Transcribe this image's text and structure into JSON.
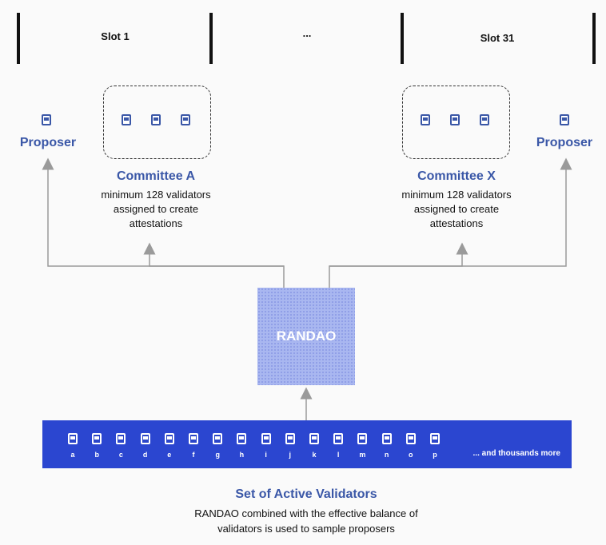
{
  "slots": {
    "first": "Slot 1",
    "ellipsis": "...",
    "last": "Slot 31"
  },
  "proposer_left": "Proposer",
  "proposer_right": "Proposer",
  "committee_a": {
    "title": "Committee A",
    "desc_lines": [
      "minimum 128 validators",
      "assigned to create",
      "attestations"
    ]
  },
  "committee_x": {
    "title": "Committee X",
    "desc_lines": [
      "minimum 128 validators",
      "assigned to create",
      "attestations"
    ]
  },
  "randao": "RANDAO",
  "validators": {
    "letters": [
      "a",
      "b",
      "c",
      "d",
      "e",
      "f",
      "g",
      "h",
      "i",
      "j",
      "k",
      "l",
      "m",
      "n",
      "o",
      "p"
    ],
    "more": "... and thousands more"
  },
  "set": {
    "title": "Set of Active Validators",
    "desc_lines": [
      "RANDAO combined with the effective balance of",
      "validators is used to sample proposers"
    ]
  },
  "colors": {
    "accent": "#3a57a7",
    "bar": "#2b46d0",
    "randao": "#a9b7f0",
    "arrow": "#999999"
  },
  "icons": {
    "validator": "validator-icon",
    "arrow": "arrow-up-icon"
  }
}
